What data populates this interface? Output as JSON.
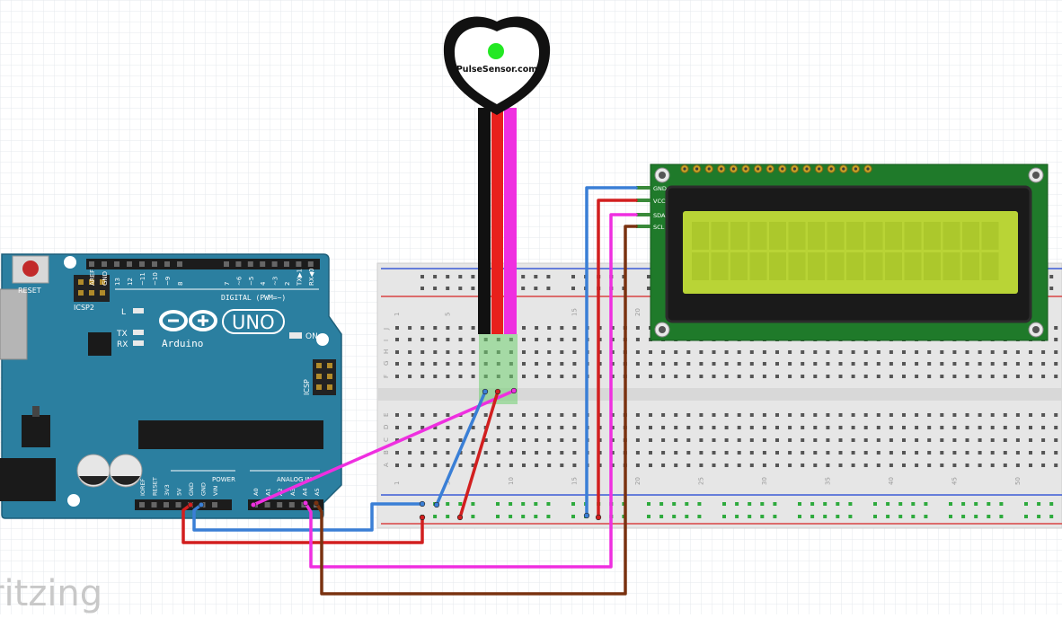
{
  "sensor": {
    "brand": "PulseSensor.com"
  },
  "arduino": {
    "reset_label": "RESET",
    "icsp2_label": "ICSP2",
    "icsp_label": "ICSP",
    "logo_text": "Arduino",
    "uno_label": "UNO",
    "digital_label": "DIGITAL (PWM=~)",
    "led_l": "L",
    "led_tx": "TX",
    "led_rx": "RX",
    "on_label": "ON",
    "power_label": "POWER",
    "analog_label": "ANALOG IN",
    "digital_pins": [
      "AREF",
      "GND",
      "13",
      "12",
      "~11",
      "~10",
      "~9",
      "8",
      "7",
      "~6",
      "~5",
      "4",
      "~3",
      "2",
      "TX▶1",
      "RX◀0"
    ],
    "power_pins": [
      "IOREF",
      "RESET",
      "3V3",
      "5V",
      "GND",
      "GND",
      "VIN"
    ],
    "analog_pins": [
      "A0",
      "A1",
      "A2",
      "A3",
      "A4",
      "A5"
    ]
  },
  "lcd": {
    "pins": [
      "GND",
      "VCC",
      "SDA",
      "SCL"
    ]
  },
  "breadboard": {
    "row_letters_top": [
      "J",
      "I",
      "H",
      "G",
      "F"
    ],
    "row_letters_bottom": [
      "E",
      "D",
      "C",
      "B",
      "A"
    ],
    "column_numbers": [
      "1",
      "5",
      "10",
      "15",
      "20",
      "25",
      "30",
      "35",
      "40",
      "45",
      "50"
    ]
  },
  "watermark": "fritzing",
  "colors": {
    "arduino_board": "#2b7fa0",
    "lcd_pcb": "#1f7a2a",
    "lcd_screen": "#b9d436",
    "wire_red": "#d21f1f",
    "wire_blue": "#3a7fd6",
    "wire_pink": "#ef2fe0",
    "wire_brown": "#7a3210",
    "wire_black": "#111111"
  }
}
